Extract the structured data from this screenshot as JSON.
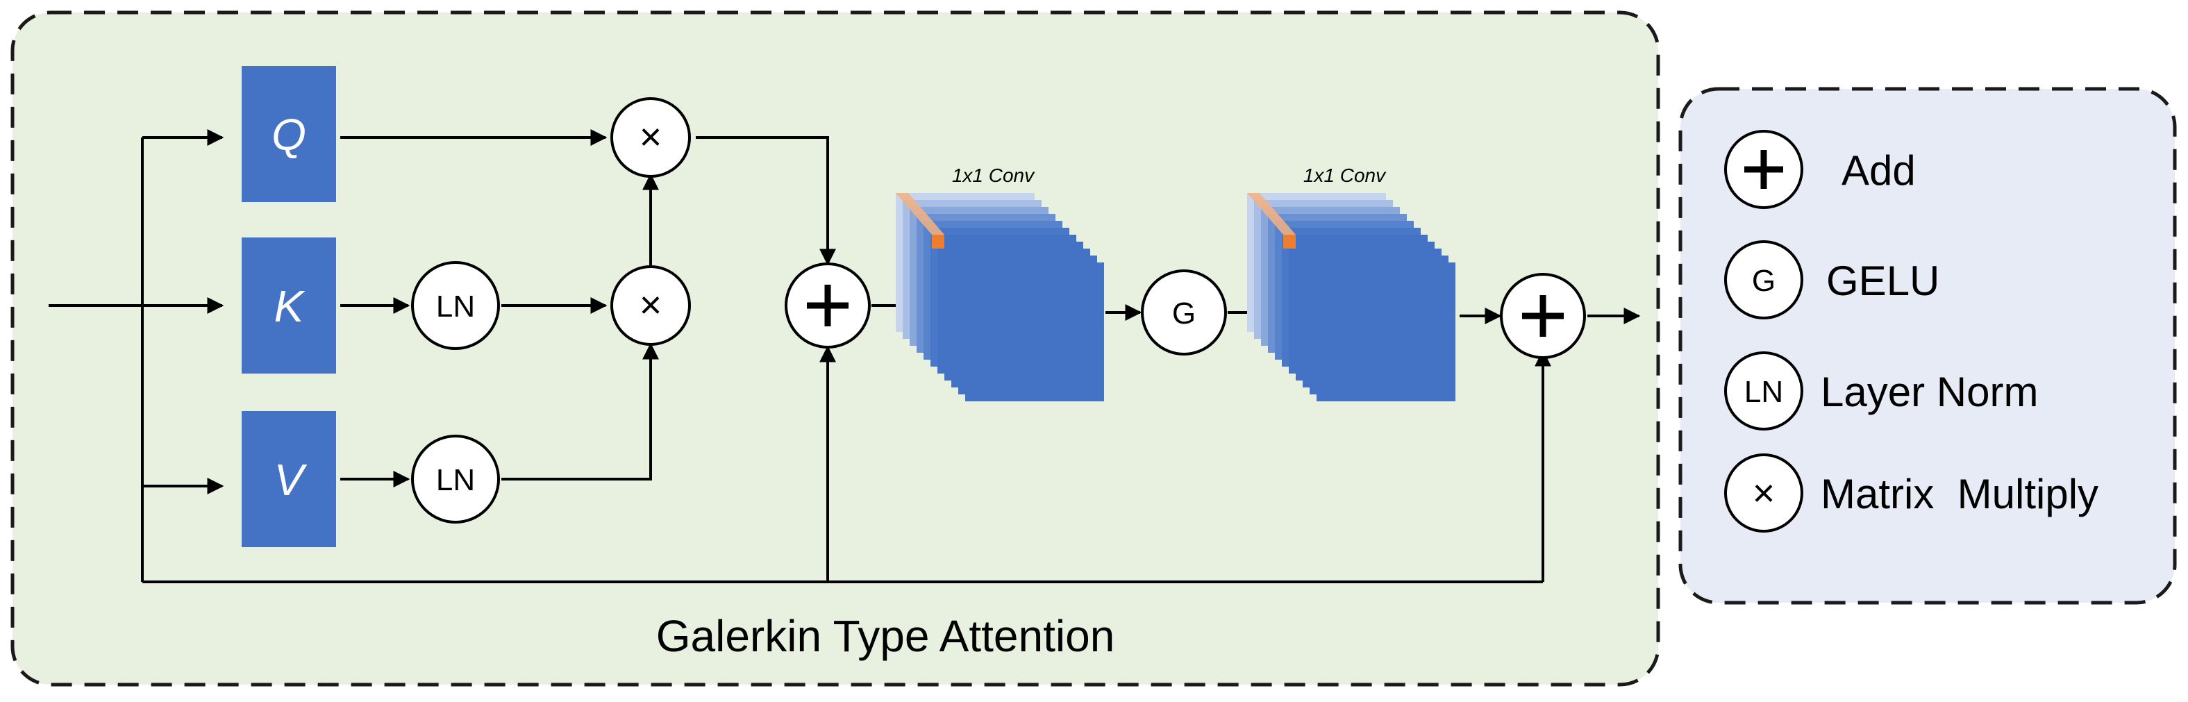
{
  "diagram": {
    "title": "Galerkin Type Attention",
    "blocks": {
      "q": "Q",
      "k": "K",
      "v": "V"
    },
    "nodes": {
      "ln": "LN",
      "gelu": "G",
      "add": "+",
      "matmul": "×"
    },
    "conv_label": "1x1 Conv"
  },
  "legend": {
    "items": [
      {
        "symbol": "+",
        "label": "Add"
      },
      {
        "symbol": "G",
        "label": "GELU"
      },
      {
        "symbol": "LN",
        "label": "Layer Norm"
      },
      {
        "symbol": "×",
        "label": "Matrix  Multiply"
      }
    ]
  },
  "colors": {
    "main_panel_bg": "#e8f1df",
    "legend_panel_bg": "#e6ebf5",
    "block_blue": "#4472c4",
    "conv_accent": "#ed7d31"
  }
}
